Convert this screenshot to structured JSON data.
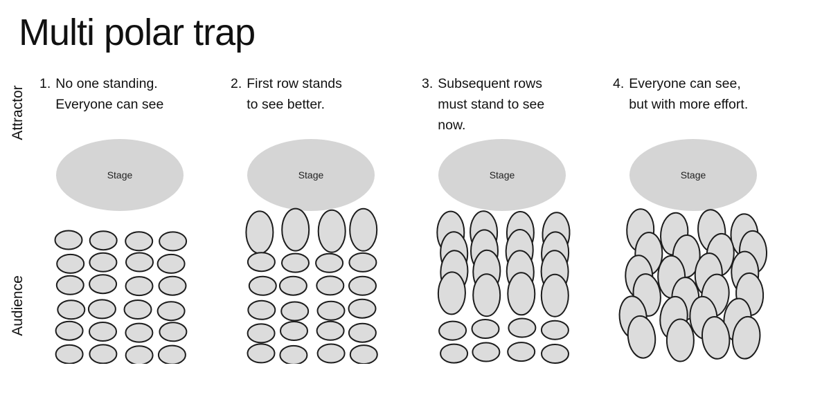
{
  "title": "Multi polar trap",
  "side_labels": {
    "attractor": "Attractor",
    "audience": "Audience"
  },
  "stage_label": "Stage",
  "colors": {
    "background": "#ffffff",
    "text": "#111111",
    "stage_fill": "#d5d5d5",
    "person_fill": "#dcdcdc",
    "person_stroke": "#1c1c1c"
  },
  "panels": [
    {
      "number": "1.",
      "caption": "No one standing.\nEveryone can see",
      "cols": 4,
      "rows": [
        "seated",
        "seated",
        "seated",
        "seated",
        "seated",
        "seated"
      ]
    },
    {
      "number": "2.",
      "caption": "First row stands\nto see better.",
      "cols": 4,
      "rows": [
        "standing",
        "seated",
        "seated",
        "seated",
        "seated",
        "seated"
      ]
    },
    {
      "number": "3.",
      "caption": "Subsequent rows\nmust stand to see\nnow.",
      "cols": 4,
      "rows": [
        "standing",
        "standing",
        "standing",
        "standing",
        "seated",
        "seated"
      ]
    },
    {
      "number": "4.",
      "caption": "Everyone can see,\nbut with more effort.",
      "cols": 4,
      "rows": [
        "standing",
        "standing",
        "standing",
        "standing",
        "standing",
        "standing"
      ]
    }
  ]
}
